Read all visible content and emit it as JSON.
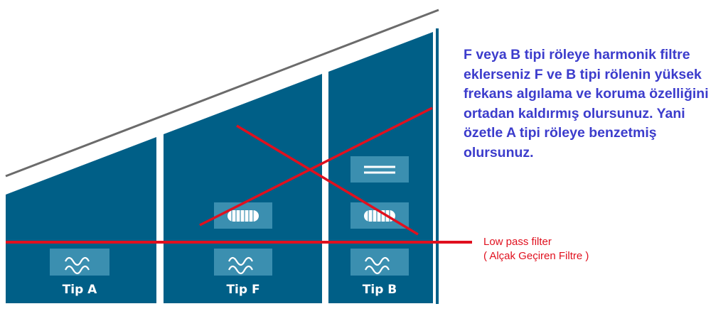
{
  "columns": [
    {
      "label": "Tip A"
    },
    {
      "label": "Tip F"
    },
    {
      "label": "Tip B"
    }
  ],
  "note_text": "F veya B tipi röleye harmonik filtre eklerseniz F ve B tipi rölenin yüksek frekans algılama ve koruma özelliğini ortadan kaldırmış olursunuz. Yani özetle A tipi röleye benzetmiş olursunuz.",
  "low_pass": {
    "label": "Low pass filter",
    "label_tr": "( Alçak Geçiren Filtre )"
  },
  "colors": {
    "panel": "#005f87",
    "icon_box": "#3b8fb0",
    "annotation_red": "#e0101e",
    "note_blue": "#3c3ccc",
    "roof_grey": "#6b6b6b"
  },
  "icons": [
    "harmonic-wave-icon",
    "ac-coil-icon",
    "dc-line-icon"
  ]
}
